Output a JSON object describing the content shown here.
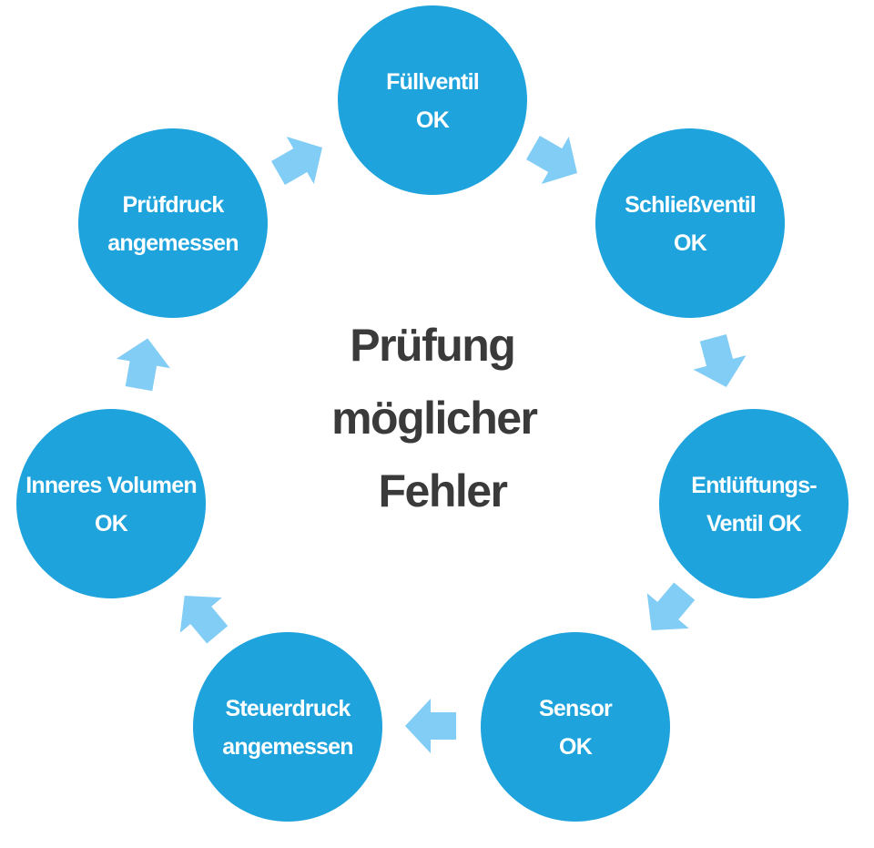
{
  "diagram": {
    "center": {
      "lines": [
        "Prüfung",
        "möglicher",
        "Fehler"
      ]
    },
    "nodes": [
      {
        "id": "fuellventil",
        "lines": [
          "Füllventil",
          "OK"
        ]
      },
      {
        "id": "schliessventil",
        "lines": [
          "Schließventil",
          "OK"
        ]
      },
      {
        "id": "entlueftungsventil",
        "lines": [
          "Entlüftungs-",
          "Ventil OK"
        ]
      },
      {
        "id": "sensor",
        "lines": [
          "Sensor",
          "OK"
        ]
      },
      {
        "id": "steuerdruck",
        "lines": [
          "Steuerdruck",
          "angemessen"
        ]
      },
      {
        "id": "inneres-volumen",
        "lines": [
          "Inneres Volumen",
          "OK"
        ]
      },
      {
        "id": "pruefdruck",
        "lines": [
          "Prüfdruck",
          "angemessen"
        ]
      }
    ],
    "colors": {
      "node_fill": "#1fa3dc",
      "arrow_fill": "#82cdf5",
      "node_text": "#ffffff",
      "center_text": "#3a3a3a"
    },
    "arrow_icon": "block-arrow"
  }
}
